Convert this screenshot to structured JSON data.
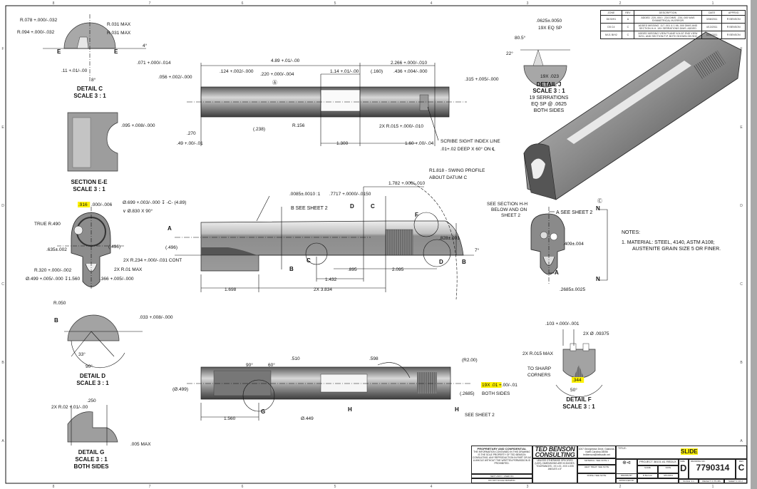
{
  "revision_table": {
    "headers": [
      "ZONE",
      "REV",
      "DESCRIPTION",
      "DATE",
      "APPRVD"
    ],
    "rows": [
      [
        "D6 B/H1",
        "A",
        "ADDED .220-.004 / .234 DIMS. .234-.000 WAS SYMMETRICAL IN ERROR",
        "3/08/2011",
        "R BENSON"
      ],
      [
        "D5 C4",
        "C",
        "ADDED MISSING .117-.001 & 1.98-.000 DIMS AND SECTION H-H. 19X SERRATIONS DIMS. ADDED",
        "4/13/2011",
        "R BENSON"
      ],
      [
        "M/J1 B/H2",
        "C",
        "ADDED MISSING VIEW PLANE N-N AT END VIEW D/H1, AND SECTION P-P, BOTH SHOWN ON SH2",
        "5/22/2011",
        "R BENSON"
      ]
    ]
  },
  "title_block": {
    "proprietary_heading": "PROPRIETARY AND CONFIDENTIAL",
    "proprietary_text": "THE INFORMATION CONTAINED IN THIS DRAWING IS THE SOLE PROPERTY OF TED BENSON CONSULTING. ANY REPRODUCTION IN PART OR AS A WHOLE WITHOUT THE WRITTEN PERMISSION IS PROHIBITED.",
    "next_assy": "NEXT ASSY / USED ON",
    "do_not_scale": "DO NOT SCALE DRAWING",
    "company": "TED BENSON CONSULTING",
    "tolerances": "UNLESS OTHERWISE SPECIFIED (UOS): DIMENSIONS ARE IN INCHES. TOLERANCES: .XX ±.01 .XXX ±.005 ANGLES ±.5°",
    "address": "1007 Georgetown Drive, Gastonia, North Carolina 28056",
    "email": "tedbenson@bellsouth.net",
    "material": "MATERIAL: SEE NOTE 1",
    "heat_treat": "HEAT TREAT: SEE NOTE",
    "finish": "FINISH: SEE NOTE",
    "drawn_by_label": "DRAWN BY",
    "approved_by_label": "APPROVED BY",
    "title_label": "TITLE:",
    "title": "SLIDE",
    "project": "PROJECT 38101 A1 REDUX",
    "name_label": "NAME",
    "date_label": "DATE",
    "drawn_name": "R Benson",
    "drawn_date": "3/01/2011",
    "size_label": "SIZE",
    "size": "D",
    "dwg_no_label": "DRAWING NO.",
    "dwg_no": "7790314",
    "rev_label": "REV",
    "rev": "C",
    "scale": "SCALE: 1:1",
    "weight": "WEIGHT: 0.78 LBS",
    "sheet": "SHEET 1 OF 2"
  },
  "zones": {
    "columns": [
      "8",
      "7",
      "6",
      "5",
      "4",
      "3",
      "2",
      "1"
    ],
    "rows": [
      "F",
      "E",
      "D",
      "C",
      "B",
      "A"
    ]
  },
  "labels": {
    "c_r078": "R.078 +.000/-.032",
    "c_r094": "R.094 +.000/-.032",
    "c_r031a": "R.031 MAX",
    "c_r031b": "R.031 MAX",
    "c_e1": "E",
    "c_e2": "E",
    "c_4deg": "4°",
    "c_071": ".071 +.000/-.014",
    "c_11": ".11 +.01/-.00",
    "c_8deg": "8°",
    "c_title": "DETAIL C",
    "c_scale": "SCALE 3 : 1",
    "ee_095": ".095 +.008/-.000",
    "ee_title": "SECTION E-E",
    "ee_scale": "SCALE 3 : 1",
    "fv_916": ".916",
    "fv_916tol": ".000/-.006",
    "fv_699": "Ø.699 +.003/-.000 ↧ -C- (4.89)",
    "fv_830": "∨ Ø.830 X 90°",
    "fv_r490": "TRUE R.490",
    "fv_635": ".635±.002",
    "fv_496": "(.496)",
    "fv_r320": "R.320 +.000/-.002",
    "fv_r234": "2X R.234 +.000/-.031 CONT",
    "fv_r01": "2X R.01 MAX",
    "fv_499": "Ø.499 +.005/-.000 ↧1.560",
    "fv_366": ".366 +.005/-.000",
    "d_r050": "R.050",
    "d_b": "B",
    "d_033": ".033 +.008/-.000",
    "d_33": "33°",
    "d_90": "90°",
    "d_title": "DETAIL D",
    "d_scale": "SCALE 3 : 1",
    "g_r02": "2X R.02 +.01/-.00",
    "g_250": ".250",
    "g_005": ".005 MAX",
    "g_title": "DETAIL G",
    "g_scale": "SCALE 3 : 1",
    "g_both": "BOTH SIDES",
    "tv_489": "4.89 +.01/-.00",
    "tv_124": ".124 +.002/-.000",
    "tv_220": ".220 +.000/-.004",
    "tv_a": "Ⓐ",
    "tv_114": "1.14 +.01/-.00",
    "tv_160": "(.160)",
    "tv_2266": "2.266 +.000/-.010",
    "tv_436": ".436 +.004/-.000",
    "tv_056": ".056 +.002/-.000",
    "tv_315": ".315 +.005/-.000",
    "tv_238": "(.238)",
    "tv_r156": "R.156",
    "tv_r015": "2X R.015 +.000/-.010",
    "tv_270": ".270",
    "tv_49": ".49 +.00/-.01",
    "tv_1300": "1.300",
    "tv_160b": "1.60 +.00/-.04",
    "tv_scribe1": "SCRIBE SIGHT INDEX LINE",
    "tv_scribe2": ".01+.02 DEEP X 60° ON ℄",
    "sv_taper": ".0085±.0010 :1",
    "sv_bsee": "B  SEE SHEET 2",
    "sv_7717": ".7717 +.0000/-.0150",
    "sv_d": "D",
    "sv_c": "C",
    "sv_1782": "1.782 +.000/-.010",
    "sv_r1818a": "R1.818 - SWING PROFILE",
    "sv_r1818b": "ABOUT DATUM C",
    "sv_a": "A",
    "sv_496": "(.496)",
    "sv_828": ".828±.001",
    "sv_7": "7°",
    "sv_bbox": "B",
    "sv_b2": "B",
    "sv_cdet": "C",
    "sv_ddet": "D",
    "sv_fdet": "F",
    "sv_895": ".895",
    "sv_2095": "2.095",
    "sv_1432": "1.432",
    "sv_1698": "1.698",
    "sv_3834": "2X 3.834",
    "bv_90": "90°",
    "bv_60": "60°",
    "bv_510": ".510",
    "bv_598": ".598",
    "bv_r200": "(R2.00)",
    "bv_19x": "19X .01",
    "bv_19xtol": "+.00/-.01",
    "bv_both": "BOTH SIDES",
    "bv_499": "(Ø.499)",
    "bv_2685": "(.2685)",
    "bv_1560": "1.560",
    "bv_449": "Ø.449",
    "bv_g": "G",
    "bv_h1": "H",
    "bv_h2": "H",
    "bv_see": "SEE SHEET 2",
    "j_0625": ".0625±.0050",
    "j_19x": "19X EQ SP",
    "j_805": "80.5°",
    "j_22": "22°",
    "j_023": "19X .023",
    "j_title": "DETAIL J",
    "j_scale": "SCALE 3 : 1",
    "j_ser": "19 SERRATIONS",
    "j_eq": "EQ SP @ .0625",
    "j_both": "BOTH SIDES",
    "ev_see1": "SEE SECTION H-H",
    "ev_see2": "BELOW AND ON",
    "ev_see3": "SHEET 2",
    "ev_asee": "A  SEE SHEET 2",
    "ev_c": "Ⓒ",
    "ev_n1": "N",
    "ev_n2": "N",
    "ev_409": ".409±.004",
    "ev_a2": "A",
    "ev_2685": ".2685±.0025",
    "notes_title": "NOTES:",
    "notes_1a": "1.   MATERIAL:  STEEL, 4140, ASTM A108;",
    "notes_1b": "AUSTENITE GRAIN SIZE 5 OR FINER.",
    "f_103": ".103 +.000/-.001",
    "f_09375": "2X  Ø .09375",
    "f_r015": "2X R.015 MAX",
    "f_sharp1": "TO SHARP",
    "f_sharp2": "CORNERS",
    "f_344": ".344",
    "f_50": "50°",
    "f_title": "DETAIL F",
    "f_scale": "SCALE 3 : 1"
  }
}
